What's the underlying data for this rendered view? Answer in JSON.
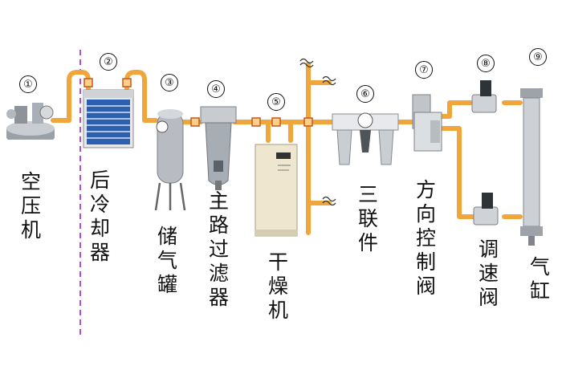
{
  "colors": {
    "pipe": "#f0a63a",
    "valve": "#e0662a",
    "divider": "#b44fd0",
    "steel": "#b8bcc2",
    "cooler_blue": "#2d5fb0",
    "dryer_body": "#efe6cf"
  },
  "components": [
    {
      "id": "compressor",
      "number": "①",
      "label": "空压机"
    },
    {
      "id": "aftercooler",
      "number": "②",
      "label": "后冷却器"
    },
    {
      "id": "receiver-tank",
      "number": "③",
      "label": "储气罐"
    },
    {
      "id": "main-filter",
      "number": "④",
      "label": "主路过滤器"
    },
    {
      "id": "dryer",
      "number": "⑤",
      "label": "干燥机"
    },
    {
      "id": "frl-unit",
      "number": "⑥",
      "label": "三联件"
    },
    {
      "id": "directional-valve",
      "number": "⑦",
      "label": "方向控制阀"
    },
    {
      "id": "speed-valve",
      "number": "⑧",
      "label": "调速阀"
    },
    {
      "id": "cylinder",
      "number": "⑨",
      "label": "气缸"
    }
  ]
}
